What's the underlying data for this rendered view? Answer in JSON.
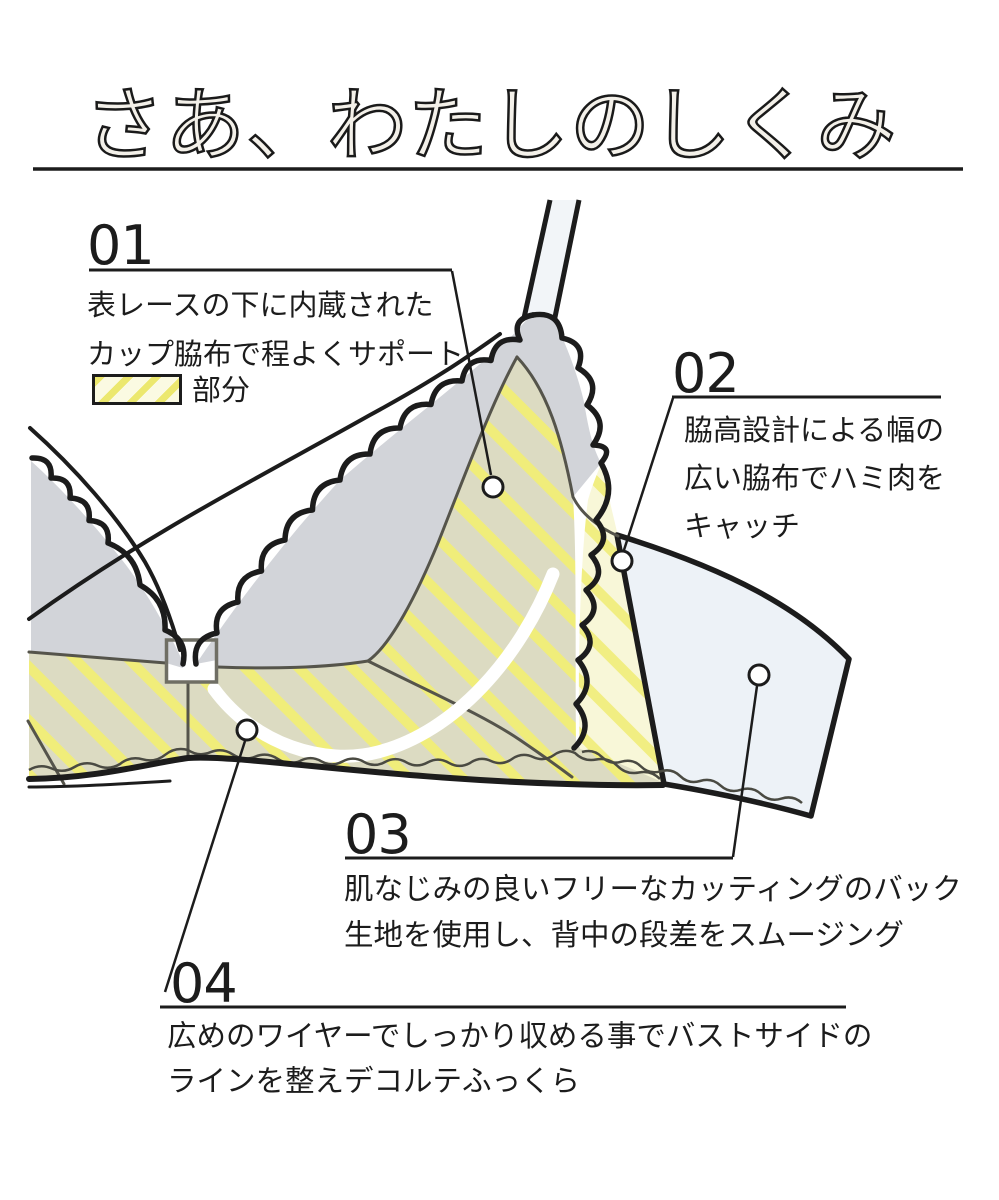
{
  "title": "さあ、わたしのしくみ",
  "legend": {
    "label": "部分"
  },
  "annotations": [
    {
      "number": "01",
      "lines": [
        "表レースの下に内蔵された",
        "カップ脇布で程よくサポート"
      ]
    },
    {
      "number": "02",
      "lines": [
        "脇高設計による幅の",
        "広い脇布でハミ肉を",
        "キャッチ"
      ]
    },
    {
      "number": "03",
      "lines": [
        "肌なじみの良いフリーなカッティングのバック",
        "生地を使用し、背中の段差をスムージング"
      ]
    },
    {
      "number": "04",
      "lines": [
        "広めのワイヤーでしっかり収める事でバストサイドの",
        "ラインを整えデコルテふっくら"
      ]
    }
  ],
  "colors": {
    "outline": "#1c1c1c",
    "seam": "#55544b",
    "lace_gray": "#d2d4d9",
    "hatch_olive_bg": "#dcdbc2",
    "hatch_stripe_yellow": "#f0ed7a",
    "hatch_pale_bg": "#f8f7d8",
    "hatch_pale_stripe": "#f1ee82",
    "wing_fill": "#edf2f7",
    "strap_fill": "#f2f5f8",
    "wire_highlight": "#ffffff",
    "title_fill": "#f3f0e9"
  }
}
